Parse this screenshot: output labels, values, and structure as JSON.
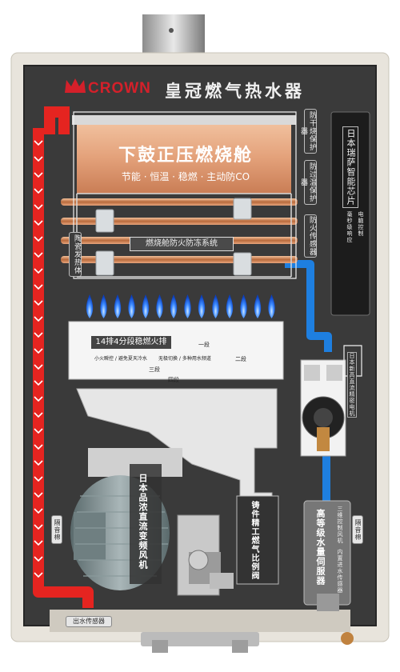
{
  "brand": {
    "logo_text": "CROWN",
    "product_title": "皇冠燃气热水器"
  },
  "combustion_chamber": {
    "title": "下鼓正压燃烧舱",
    "subtitle": "节能 · 恒温 · 稳燃 · 主动防CO",
    "antifreeze_label": "燃烧舱防火防冻系统"
  },
  "burner": {
    "title": "14排4分段稳燃火排",
    "note_left": "小火瞬控 / 避免夏天冷水",
    "note_right": "无极切换 / 多种用水频道",
    "seg_1": "一段",
    "seg_2": "二段",
    "seg_3": "三段",
    "seg_4": "四段"
  },
  "side_labels": {
    "ceramic_insulation": "陶瓷发热体",
    "anti_dry_burn": "防干烧保护器",
    "anti_overheat": "防过温保护器",
    "anti_fire_sensor": "防火传感器",
    "smart_chip": "日本瑞萨智能芯片",
    "chip_feature_1": "电脑控制",
    "chip_feature_2": "毫秒级响应",
    "fan_label": "日本品浓直流变频风机",
    "gas_valve": "铸件精工燃气比例阀",
    "dc_motor": "日本新高直流精密电机",
    "water_servo": "高等级水量伺服器",
    "servo_feature_1": "三维控制风机",
    "servo_feature_2": "内置进水传感器",
    "left_antifreeze": "隔音棉",
    "right_antifreeze": "隔音棉",
    "outlet_sensor": "出水传感器"
  },
  "colors": {
    "hot_pipe": "#e52420",
    "cold_pipe": "#1e88e5",
    "copper": "#e3a27a",
    "cabinet": "#3a3a3a",
    "frame": "#e8e4dc"
  }
}
